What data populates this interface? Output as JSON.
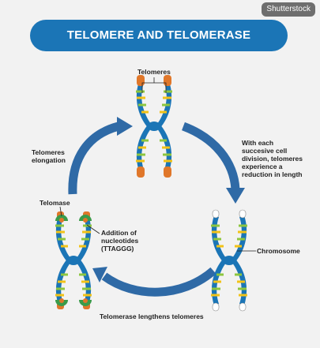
{
  "watermark": "Shutterstock",
  "title": "TELOMERE AND TELOMERASE",
  "labels": {
    "telomeres": "Telomeres",
    "elongation_1": "Telomeres",
    "elongation_2": "elongation",
    "reduction_1": "With each",
    "reduction_2": "succesive cell",
    "reduction_3": "division, telomeres",
    "reduction_4": "experience a",
    "reduction_5": "reduction in length",
    "telomase": "Telomase",
    "addition_1": "Addition of",
    "addition_2": "nucleotides",
    "addition_3": "(TTAGGG)",
    "chromosome": "Chromosome",
    "lengthens": "Telomerase lengthens telomeres"
  },
  "colors": {
    "banner": "#1b75b6",
    "arrow": "#2f6aa6",
    "centromere": "#1b75b6",
    "stripe_green": "#8dc63f",
    "stripe_yellow": "#f2c318",
    "telomere": "#e0772a",
    "enzyme": "#3a9b4a"
  }
}
